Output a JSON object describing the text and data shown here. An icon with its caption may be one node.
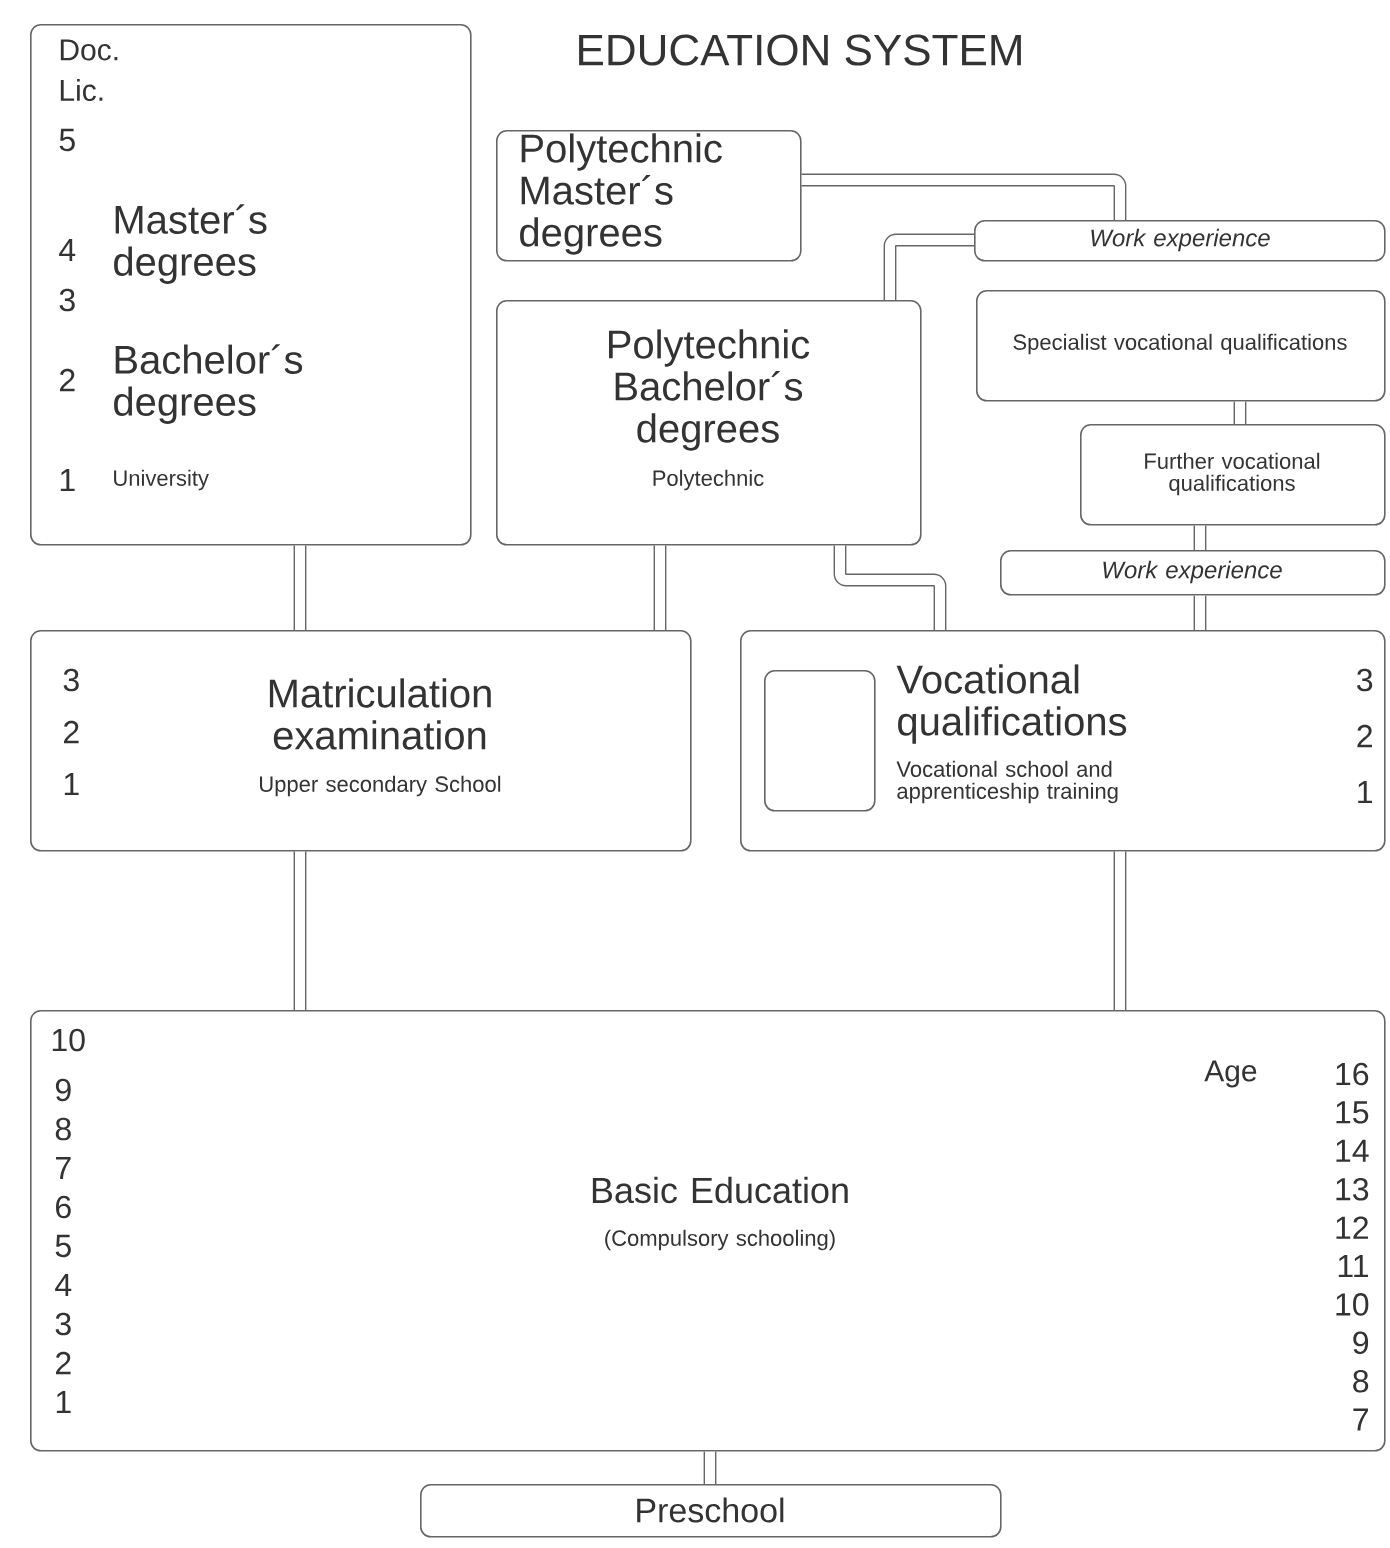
{
  "diagram": {
    "title": "EDUCATION SYSTEM",
    "nodes": [
      {
        "text": [
          "Preschool"
        ]
      },
      {
        "text": [
          "Basic Education",
          "(Compulsory schooling)"
        ]
      },
      {
        "text": [
          "Matriculation examination",
          "Upper secondary School"
        ]
      },
      {
        "text": [
          "Vocational qualifications",
          "Vocational school and apprenticeship training"
        ]
      },
      {
        "text": [],
        "shape": "box",
        "in": 3
      },
      {
        "text": [
          "Master´s degrees",
          "Bachelor´s degrees",
          "University"
        ]
      },
      {
        "text": [
          "Polytechnic Bachelor´s degrees",
          "Polytechnic"
        ]
      },
      {
        "text": [
          "Polytechnic Master´s degrees"
        ]
      },
      {
        "text": [
          "Work experience"
        ]
      },
      {
        "text": [
          "Specialist vocational qualifications"
        ]
      },
      {
        "text": [
          "Further vocational qualifications"
        ]
      },
      {
        "text": [
          "Work experience"
        ]
      }
    ],
    "edges": [
      {
        "from": 0,
        "to": 1,
        "arrow": "none"
      },
      {
        "from": 1,
        "to": 2,
        "arrow": "none"
      },
      {
        "from": 1,
        "to": 3,
        "arrow": "none"
      },
      {
        "from": 2,
        "to": 5,
        "arrow": "none"
      },
      {
        "from": 2,
        "to": 6,
        "arrow": "none"
      },
      {
        "from": 3,
        "to": 6,
        "arrow": "none"
      },
      {
        "from": 3,
        "to": 11,
        "arrow": "none"
      },
      {
        "from": 11,
        "to": 10,
        "arrow": "none"
      },
      {
        "from": 10,
        "to": 9,
        "arrow": "none"
      },
      {
        "from": 6,
        "to": 8,
        "arrow": "none"
      },
      {
        "from": 8,
        "to": 7,
        "arrow": "none"
      }
    ],
    "labels": [
      "Doc.",
      "Lic.",
      "5",
      "4",
      "3",
      "2",
      "1",
      "3",
      "2",
      "1",
      "3",
      "2",
      "1",
      "10",
      "9",
      "8",
      "7",
      "6",
      "5",
      "4",
      "3",
      "2",
      "1",
      "Age",
      "16",
      "15",
      "14",
      "13",
      "12",
      "11",
      "10",
      "9",
      "8",
      "7"
    ]
  }
}
